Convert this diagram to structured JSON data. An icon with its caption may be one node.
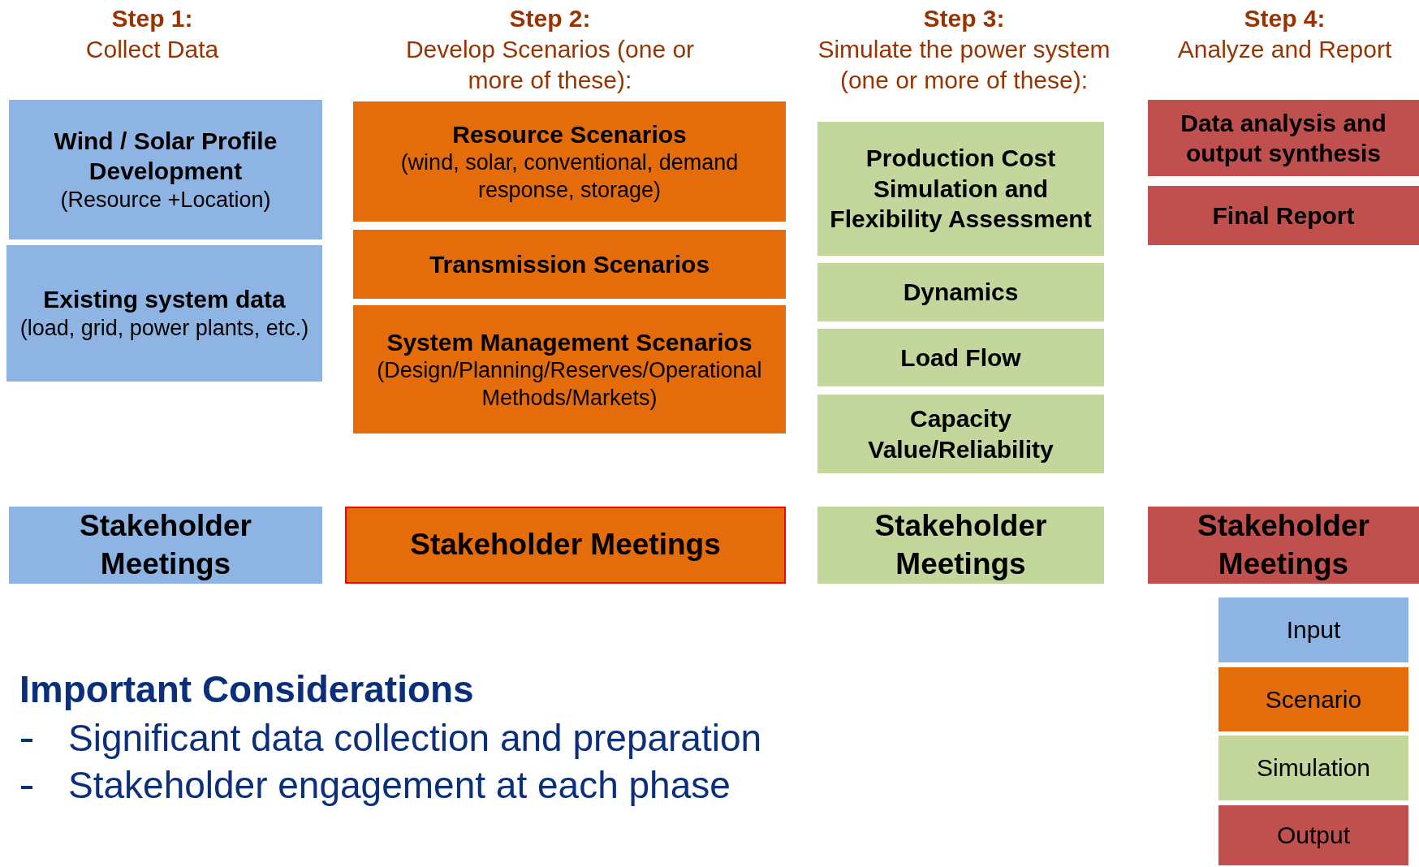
{
  "diagram": {
    "nodes": [
      {
        "text": [
          "Wind / Solar Profile Development",
          "(Resource +Location)"
        ]
      },
      {
        "text": [
          "Existing system data",
          "(load, grid, power plants, etc.)"
        ]
      },
      {
        "text": [
          "Resource Scenarios",
          "(wind, solar, conventional, demand response, storage)"
        ]
      },
      {
        "text": [
          "Transmission Scenarios"
        ]
      },
      {
        "text": [
          "System Management Scenarios",
          "(Design/Planning/Reserves/Operational Methods/Markets)"
        ]
      },
      {
        "text": [
          "Production Cost Simulation and Flexibility Assessment"
        ]
      },
      {
        "text": [
          "Dynamics"
        ]
      },
      {
        "text": [
          "Load Flow"
        ]
      },
      {
        "text": [
          "Capacity Value/Reliability"
        ]
      },
      {
        "text": [
          "Data analysis and output synthesis"
        ]
      },
      {
        "text": [
          "Final Report"
        ]
      },
      {
        "text": [
          "Stakeholder Meetings"
        ]
      },
      {
        "text": [
          "Stakeholder Meetings"
        ]
      },
      {
        "text": [
          "Stakeholder Meetings"
        ]
      },
      {
        "text": [
          "Stakeholder Meetings"
        ]
      }
    ],
    "edges": [],
    "labels": [
      "Step 1:",
      "Collect Data",
      "Step 2:",
      "Develop Scenarios (one or more of these):",
      "Step 3:",
      "Simulate the power system (one or more of these):",
      "Step 4:",
      "Analyze and Report",
      "Important Considerations",
      "Significant data collection and preparation",
      "Stakeholder engagement at each phase"
    ],
    "legend": [
      {
        "text": "Input",
        "color": "#8eb4e3"
      },
      {
        "text": "Scenario",
        "color": "#e46c0a"
      },
      {
        "text": "Simulation",
        "color": "#c3d69b"
      },
      {
        "text": "Output",
        "color": "#c0504d"
      }
    ]
  }
}
